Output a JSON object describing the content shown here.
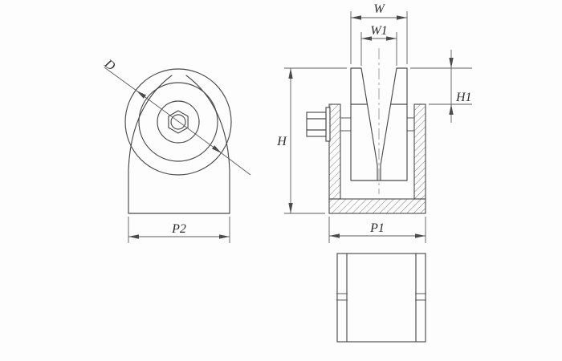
{
  "dimensions": {
    "wheel_diameter": "D",
    "side_view_width": "P2",
    "wheel_width": "W",
    "groove_width": "W1",
    "rim_height": "H1",
    "overall_height": "H",
    "bracket_width": "P1"
  },
  "colors": {
    "line": "#4a4a4a",
    "dimension": "#5a5a5a",
    "background": "#fdfdfd"
  }
}
